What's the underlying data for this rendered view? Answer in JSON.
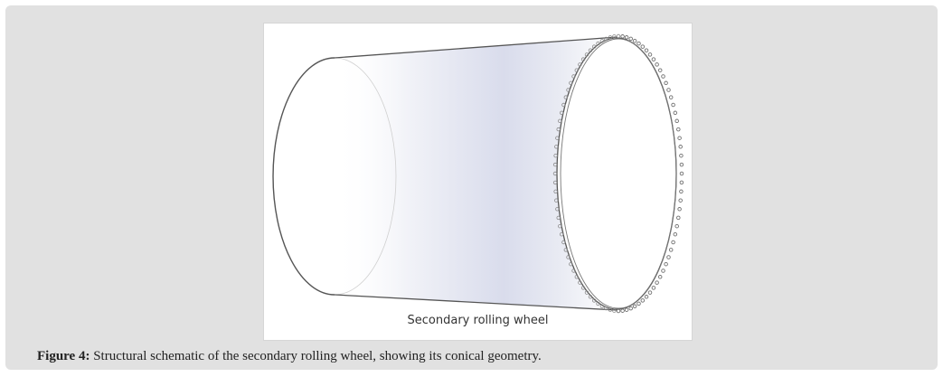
{
  "figure": {
    "inner_label": "Secondary rolling wheel",
    "caption_label": "Figure 4:",
    "caption_text": " Structural schematic of the secondary rolling wheel, showing its conical geometry."
  },
  "colors": {
    "panel_background": "#e1e1e1",
    "image_background": "#ffffff",
    "outline": "#555555",
    "teeth": "#8a8a8a",
    "shading": "#d9dcec"
  },
  "drawing": {
    "subject": "conical wheel outline",
    "rim_detail": "tooth ring"
  }
}
